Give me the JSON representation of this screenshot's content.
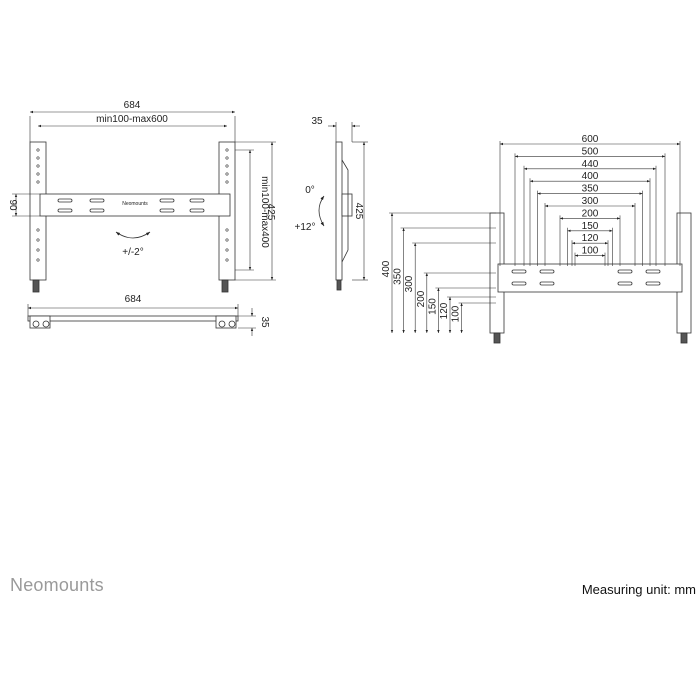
{
  "brand": {
    "name": "Neomounts"
  },
  "footer": {
    "measuring_unit": "Measuring unit: mm"
  },
  "front_view": {
    "overall_width": "684",
    "vesa_width_range": "min100-max600",
    "vesa_height_range": "min100-max400",
    "height": "425",
    "rail_height": "90",
    "rail_logo": "Neomounts",
    "swivel": "+/-2°"
  },
  "side_view": {
    "depth": "35",
    "height": "425",
    "tilt_min": "0°",
    "tilt_max": "+12°"
  },
  "top_view": {
    "width": "684",
    "depth": "35"
  },
  "vesa_view": {
    "widths": [
      "600",
      "500",
      "440",
      "400",
      "350",
      "300",
      "200",
      "150",
      "120",
      "100"
    ],
    "heights": [
      "400",
      "350",
      "300",
      "200",
      "150",
      "120",
      "100"
    ]
  }
}
